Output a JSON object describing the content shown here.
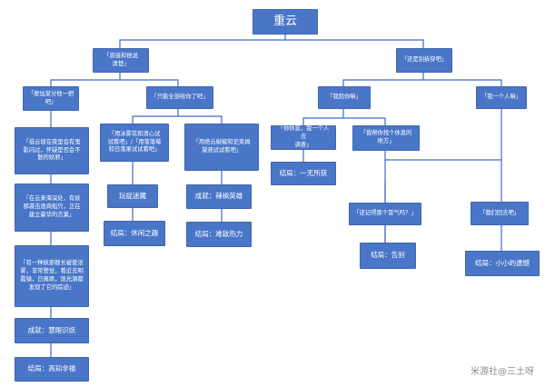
{
  "root": "重云",
  "nodes": {
    "direct_wish": "「直接和他说\n清楚」",
    "play_with_me": "「还是别拆穿吧」",
    "add_heat": "「要加某分他一把\n吧」",
    "only_do_this": "「只能全部给你了吧」",
    "rescue_home": "「借云坡在夜里会有鬼\n影闪过，怀疑是否会不\n散的妖邪」",
    "frost_flower": "「用冰雾花和清心试\n试看吧」/「用落落莓\n和日落果试试看吧」",
    "snow_leaf": "「用绝云椒椒和史莱姆\n凝液试试看吧」",
    "with_you": "「我陪你嘛」",
    "alone": "「我一个人嘛」",
    "you_rest": "「你休息，我一个人去\n调查」",
    "help_find": "「我帮你找个休息的\n地方」",
    "outcome_nothing": "结局：一无所获",
    "sea_village": "「在云来海深处，有妖\n邪袭击渔商船只，正在\n建立豪华的言巢」",
    "play_catch": "玩捉迷藏",
    "outcome_play": "结局：休闲之趣",
    "achv_spicy": "成就：辣椒英雄",
    "outcome_heat": "结局：难敌热力",
    "forgot_chill": "「还记得那个冒气吗？」",
    "go_back": "「我们回去吧」",
    "outcome_farewell": "结局：告别",
    "outcome_little": "结局：小小的遗憾",
    "evil_story": "「有一种妖邪擅长被使浓\n雾，非常警觉，看近去明\n霞镇，日离原，现光潮都\n发现了它的踪迹」",
    "achv_know": "成就：慧眼识妖",
    "outcome_know": "结局：高知非福"
  },
  "watermark": "米游社@三土呀",
  "colors": {
    "node": "#4A76C8",
    "line": "#3E6CC5"
  }
}
